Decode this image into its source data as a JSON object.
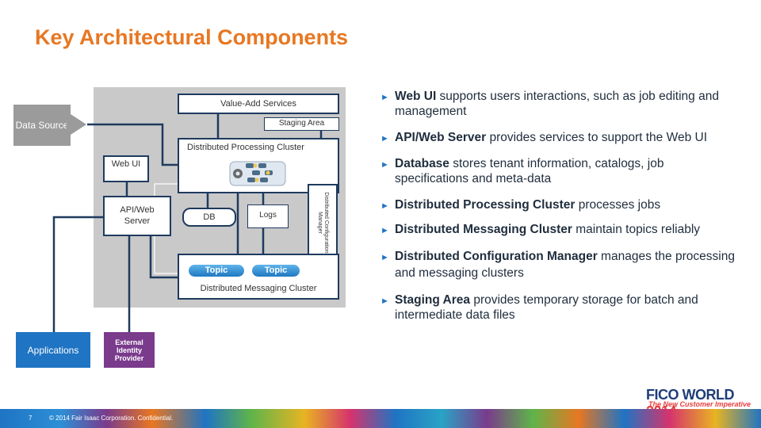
{
  "title": "Key Architectural Components",
  "diagram": {
    "data_source": "Data Source",
    "value_add": "Value-Add Services",
    "staging": "Staging Area",
    "dpc": "Distributed Processing Cluster",
    "web_ui": "Web UI",
    "api_web": "API/Web Server",
    "db": "DB",
    "logs": "Logs",
    "dcm": "Distributed Configuration Manager",
    "topic1": "Topic",
    "topic2": "Topic",
    "dmc": "Distributed Messaging Cluster",
    "applications": "Applications",
    "external_idp": "External Identity Provider"
  },
  "bullets": [
    {
      "bold": "Web UI",
      "text": " supports users interactions, such as job editing and management"
    },
    {
      "bold": "API/Web Server",
      "text": " provides services to support the Web UI"
    },
    {
      "bold": "Database",
      "text": " stores tenant information, catalogs, job specifications and meta-data"
    },
    {
      "bold": "Distributed Processing Cluster",
      "text": " processes jobs"
    },
    {
      "bold": "Distributed Messaging Cluster",
      "text": " maintain topics reliably"
    },
    {
      "bold": "Distributed Configuration Manager",
      "text": " manages the processing and messaging clusters"
    },
    {
      "bold": "Staging Area",
      "text": " provides temporary storage for batch and intermediate data files"
    }
  ],
  "footer": {
    "page": "7",
    "copyright": "© 2014 Fair Isaac Corporation. Confidential.",
    "brand": "FICO WORLD",
    "year": "2014",
    "tagline": "The New Customer Imperative"
  },
  "colors": {
    "title": "#e87722",
    "navy": "#1e3a5f",
    "blue": "#1f74c3",
    "purple": "#7a3b8c"
  },
  "icons": {
    "bullet": "triangle-right",
    "cluster": "gears"
  }
}
